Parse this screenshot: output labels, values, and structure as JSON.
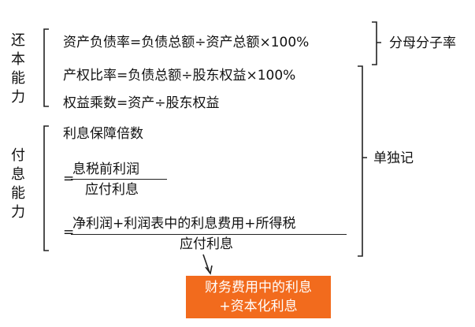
{
  "groups": {
    "solvency": {
      "label_chars": [
        "还",
        "本",
        "能",
        "力"
      ]
    },
    "interest": {
      "label_chars": [
        "付",
        "息",
        "能",
        "力"
      ]
    }
  },
  "formulas": {
    "debt_ratio": "资产负债率=负债总额÷资产总额×100%",
    "equity_ratio": "产权比率=负债总额÷股东权益×100%",
    "equity_multiplier": "权益乘数=资产÷股东权益",
    "interest_coverage_title": "利息保障倍数",
    "interest_coverage_eq1": {
      "equals": "=",
      "numerator": "息税前利润",
      "denominator": "应付利息"
    },
    "interest_coverage_eq2": {
      "equals": "=",
      "numerator": "净利润+利润表中的利息费用+所得税",
      "denominator": "应付利息"
    }
  },
  "notes": {
    "same_numerator_denominator": "分母分子率",
    "remember_separately": "单独记",
    "payable_interest_note_line1": "财务费用中的利息",
    "payable_interest_note_line2": "+资本化利息"
  },
  "colors": {
    "note_box": "#f26b1d",
    "note_text": "#ffffff",
    "lines": "#222222"
  }
}
